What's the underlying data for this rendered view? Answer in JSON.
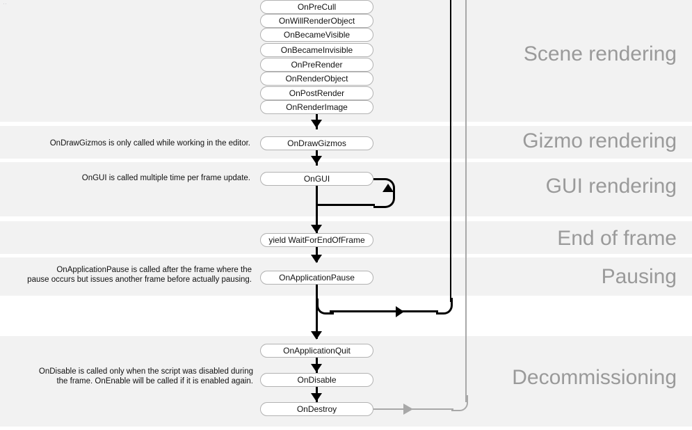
{
  "diagram": {
    "title": "Unity MonoBehaviour Lifecycle (lower portion)",
    "corner_artifact": "··",
    "band_color": "#f2f2f2",
    "section_label_color": "#9a9a9a",
    "node_border_color": "#b2b2b2",
    "node_fill_color": "#ffffff",
    "flow_line_color": "#000000",
    "secondary_line_color": "#a8a8a8"
  },
  "sections": [
    {
      "id": "scene-rendering",
      "label": "Scene rendering"
    },
    {
      "id": "gizmo-rendering",
      "label": "Gizmo rendering"
    },
    {
      "id": "gui-rendering",
      "label": "GUI rendering"
    },
    {
      "id": "end-of-frame",
      "label": "End of frame"
    },
    {
      "id": "pausing",
      "label": "Pausing"
    },
    {
      "id": "decommissioning",
      "label": "Decommissioning"
    }
  ],
  "notes": [
    {
      "id": "gizmos-note",
      "text": "OnDrawGizmos is only called while working in the editor."
    },
    {
      "id": "gui-note",
      "text": "OnGUI is called multiple time per frame update."
    },
    {
      "id": "pause-note",
      "text": "OnApplicationPause is called after the frame where the\npause occurs but issues another frame before actually pausing."
    },
    {
      "id": "disable-note",
      "text": "OnDisable is called only when the script was disabled during\nthe frame. OnEnable will be called if it is enabled again."
    }
  ],
  "nodes": [
    {
      "id": "on-pre-cull",
      "label": "OnPreCull"
    },
    {
      "id": "on-will-render-object",
      "label": "OnWillRenderObject"
    },
    {
      "id": "on-became-visible",
      "label": "OnBecameVisible"
    },
    {
      "id": "on-became-invisible",
      "label": "OnBecameInvisible"
    },
    {
      "id": "on-pre-render",
      "label": "OnPreRender"
    },
    {
      "id": "on-render-object",
      "label": "OnRenderObject"
    },
    {
      "id": "on-post-render",
      "label": "OnPostRender"
    },
    {
      "id": "on-render-image",
      "label": "OnRenderImage"
    },
    {
      "id": "on-draw-gizmos",
      "label": "OnDrawGizmos"
    },
    {
      "id": "on-gui",
      "label": "OnGUI"
    },
    {
      "id": "yield-wait-end-frame",
      "label": "yield WaitForEndOfFrame"
    },
    {
      "id": "on-application-pause",
      "label": "OnApplicationPause"
    },
    {
      "id": "on-application-quit",
      "label": "OnApplicationQuit"
    },
    {
      "id": "on-disable",
      "label": "OnDisable"
    },
    {
      "id": "on-destroy",
      "label": "OnDestroy"
    }
  ]
}
